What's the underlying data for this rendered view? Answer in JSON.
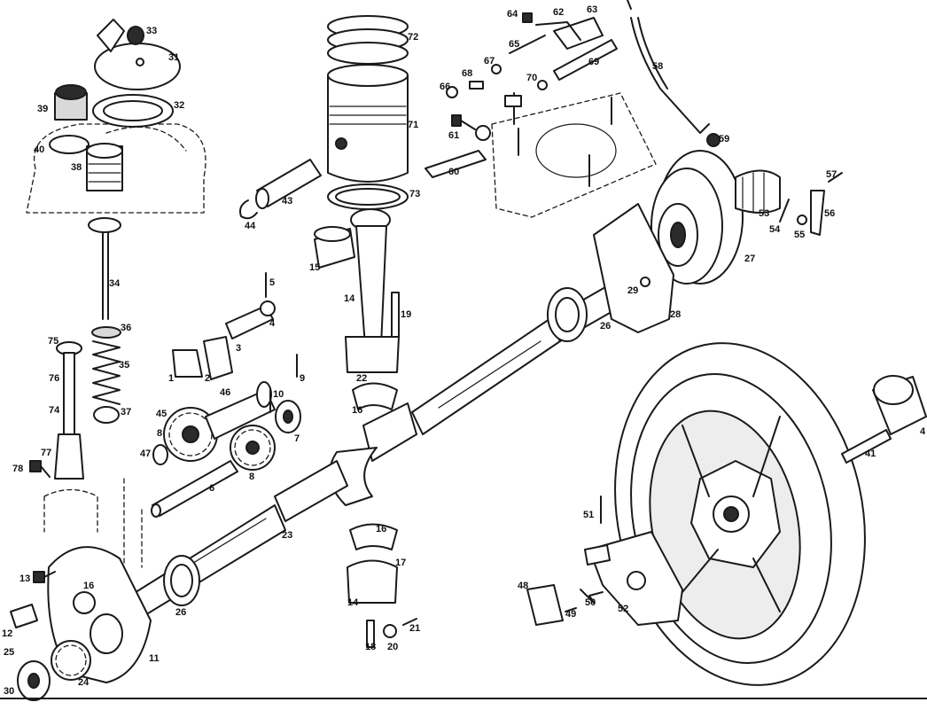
{
  "labels": [
    {
      "id": "33",
      "text": "33"
    },
    {
      "id": "31",
      "text": "31"
    },
    {
      "id": "32",
      "text": "32"
    },
    {
      "id": "39",
      "text": "39"
    },
    {
      "id": "40",
      "text": "40"
    },
    {
      "id": "38",
      "text": "38"
    },
    {
      "id": "34",
      "text": "34"
    },
    {
      "id": "36",
      "text": "36"
    },
    {
      "id": "35",
      "text": "35"
    },
    {
      "id": "37",
      "text": "37"
    },
    {
      "id": "75",
      "text": "75"
    },
    {
      "id": "76",
      "text": "76"
    },
    {
      "id": "74",
      "text": "74"
    },
    {
      "id": "77",
      "text": "77"
    },
    {
      "id": "78",
      "text": "78"
    },
    {
      "id": "72",
      "text": "72"
    },
    {
      "id": "71",
      "text": "71"
    },
    {
      "id": "73",
      "text": "73"
    },
    {
      "id": "43",
      "text": "43"
    },
    {
      "id": "44",
      "text": "44"
    },
    {
      "id": "15",
      "text": "15"
    },
    {
      "id": "14a",
      "text": "14"
    },
    {
      "id": "19a",
      "text": "19"
    },
    {
      "id": "22",
      "text": "22"
    },
    {
      "id": "16a",
      "text": "16"
    },
    {
      "id": "5",
      "text": "5"
    },
    {
      "id": "4",
      "text": "4"
    },
    {
      "id": "3",
      "text": "3"
    },
    {
      "id": "1",
      "text": "1"
    },
    {
      "id": "2",
      "text": "2"
    },
    {
      "id": "9",
      "text": "9"
    },
    {
      "id": "46",
      "text": "46"
    },
    {
      "id": "10",
      "text": "10"
    },
    {
      "id": "45",
      "text": "45"
    },
    {
      "id": "7",
      "text": "7"
    },
    {
      "id": "8a",
      "text": "8"
    },
    {
      "id": "47",
      "text": "47"
    },
    {
      "id": "6",
      "text": "6"
    },
    {
      "id": "8b",
      "text": "8"
    },
    {
      "id": "23",
      "text": "23"
    },
    {
      "id": "16b",
      "text": "16"
    },
    {
      "id": "17",
      "text": "17"
    },
    {
      "id": "14b",
      "text": "14"
    },
    {
      "id": "18",
      "text": "18"
    },
    {
      "id": "20",
      "text": "20"
    },
    {
      "id": "21",
      "text": "21"
    },
    {
      "id": "13",
      "text": "13"
    },
    {
      "id": "16c",
      "text": "16"
    },
    {
      "id": "12",
      "text": "12"
    },
    {
      "id": "25",
      "text": "25"
    },
    {
      "id": "30",
      "text": "30"
    },
    {
      "id": "24",
      "text": "24"
    },
    {
      "id": "11",
      "text": "11"
    },
    {
      "id": "26a",
      "text": "26"
    },
    {
      "id": "64",
      "text": "64"
    },
    {
      "id": "62",
      "text": "62"
    },
    {
      "id": "63",
      "text": "63"
    },
    {
      "id": "65",
      "text": "65"
    },
    {
      "id": "67",
      "text": "67"
    },
    {
      "id": "68",
      "text": "68"
    },
    {
      "id": "69",
      "text": "69"
    },
    {
      "id": "66",
      "text": "66"
    },
    {
      "id": "70",
      "text": "70"
    },
    {
      "id": "61",
      "text": "61"
    },
    {
      "id": "60",
      "text": "60"
    },
    {
      "id": "58",
      "text": "58"
    },
    {
      "id": "59",
      "text": "59"
    },
    {
      "id": "57",
      "text": "57"
    },
    {
      "id": "53",
      "text": "53"
    },
    {
      "id": "56",
      "text": "56"
    },
    {
      "id": "54",
      "text": "54"
    },
    {
      "id": "55",
      "text": "55"
    },
    {
      "id": "27",
      "text": "27"
    },
    {
      "id": "29",
      "text": "29"
    },
    {
      "id": "28",
      "text": "28"
    },
    {
      "id": "26b",
      "text": "26"
    },
    {
      "id": "42",
      "text": "4"
    },
    {
      "id": "41",
      "text": "41"
    },
    {
      "id": "51",
      "text": "51"
    },
    {
      "id": "48",
      "text": "48"
    },
    {
      "id": "49",
      "text": "49"
    },
    {
      "id": "50",
      "text": "50"
    },
    {
      "id": "52",
      "text": "52"
    }
  ]
}
